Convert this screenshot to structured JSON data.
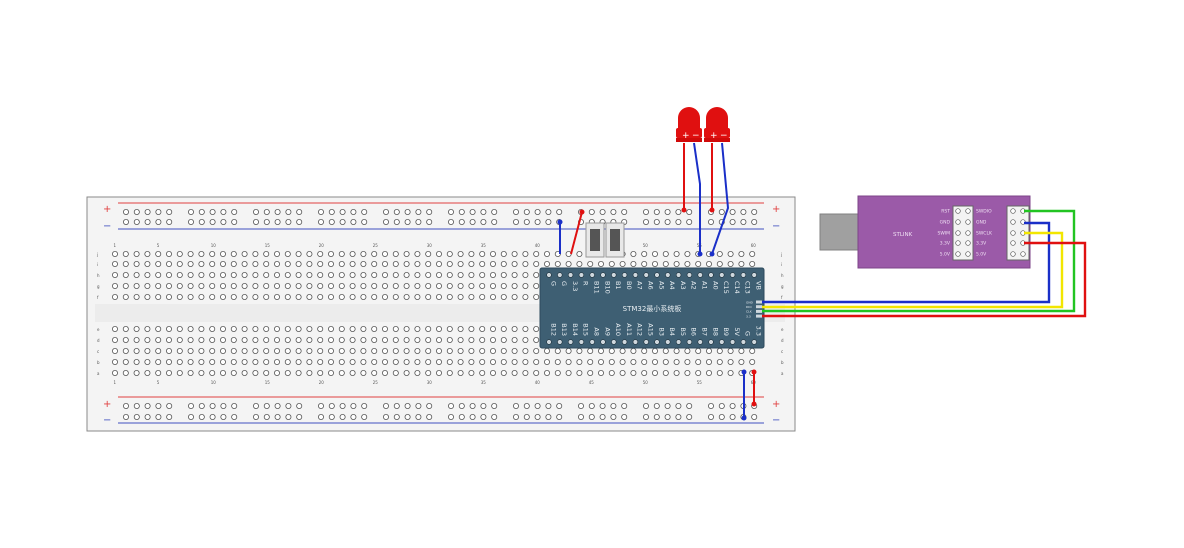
{
  "breadboard": {
    "rail_plus": "+",
    "rail_minus": "−",
    "column_numbers": [
      "1",
      "5",
      "10",
      "15",
      "20",
      "25",
      "30",
      "35",
      "40",
      "45",
      "50",
      "55",
      "60"
    ],
    "row_letters_top": [
      "j",
      "i",
      "h",
      "g",
      "f"
    ],
    "row_letters_bottom": [
      "e",
      "d",
      "c",
      "b",
      "a"
    ]
  },
  "stm32": {
    "title": "STM32最小系统板",
    "top_pins": [
      "G",
      "G",
      "3.3",
      "R",
      "B11",
      "B10",
      "B1",
      "B0",
      "A7",
      "A6",
      "A5",
      "A4",
      "A3",
      "A2",
      "A1",
      "A0",
      "C15",
      "C14",
      "C13",
      "VB"
    ],
    "bottom_pins": [
      "B12",
      "B13",
      "B14",
      "B15",
      "A8",
      "A9",
      "A10",
      "A11",
      "A12",
      "A15",
      "B3",
      "B4",
      "B5",
      "B6",
      "B7",
      "B8",
      "B9",
      "5V",
      "G",
      "3.3"
    ],
    "swd_pins": [
      "GND",
      "DIO",
      "CLK",
      "3.3"
    ]
  },
  "stlink": {
    "title": "STLINK",
    "left_labels": [
      "RST",
      "GND",
      "SWIM",
      "3.3V",
      "5.0V"
    ],
    "right_labels": [
      "SWDIO",
      "GND",
      "SWCLK",
      "3.3V",
      "5.0V"
    ]
  },
  "leds": [
    {
      "plus": "+",
      "minus": "−",
      "color": "#e01010"
    },
    {
      "plus": "+",
      "minus": "−",
      "color": "#e01010"
    }
  ],
  "wire_colors": {
    "red": "#e01010",
    "blue": "#1a2fc8",
    "green": "#22c422",
    "yellow": "#f2e600"
  },
  "colors": {
    "board": "#f5f5f5",
    "board_border": "#888888",
    "stm32_board": "#3e5f73",
    "stlink_body": "#9b5aa8",
    "usb_plug": "#9a9a9a"
  }
}
